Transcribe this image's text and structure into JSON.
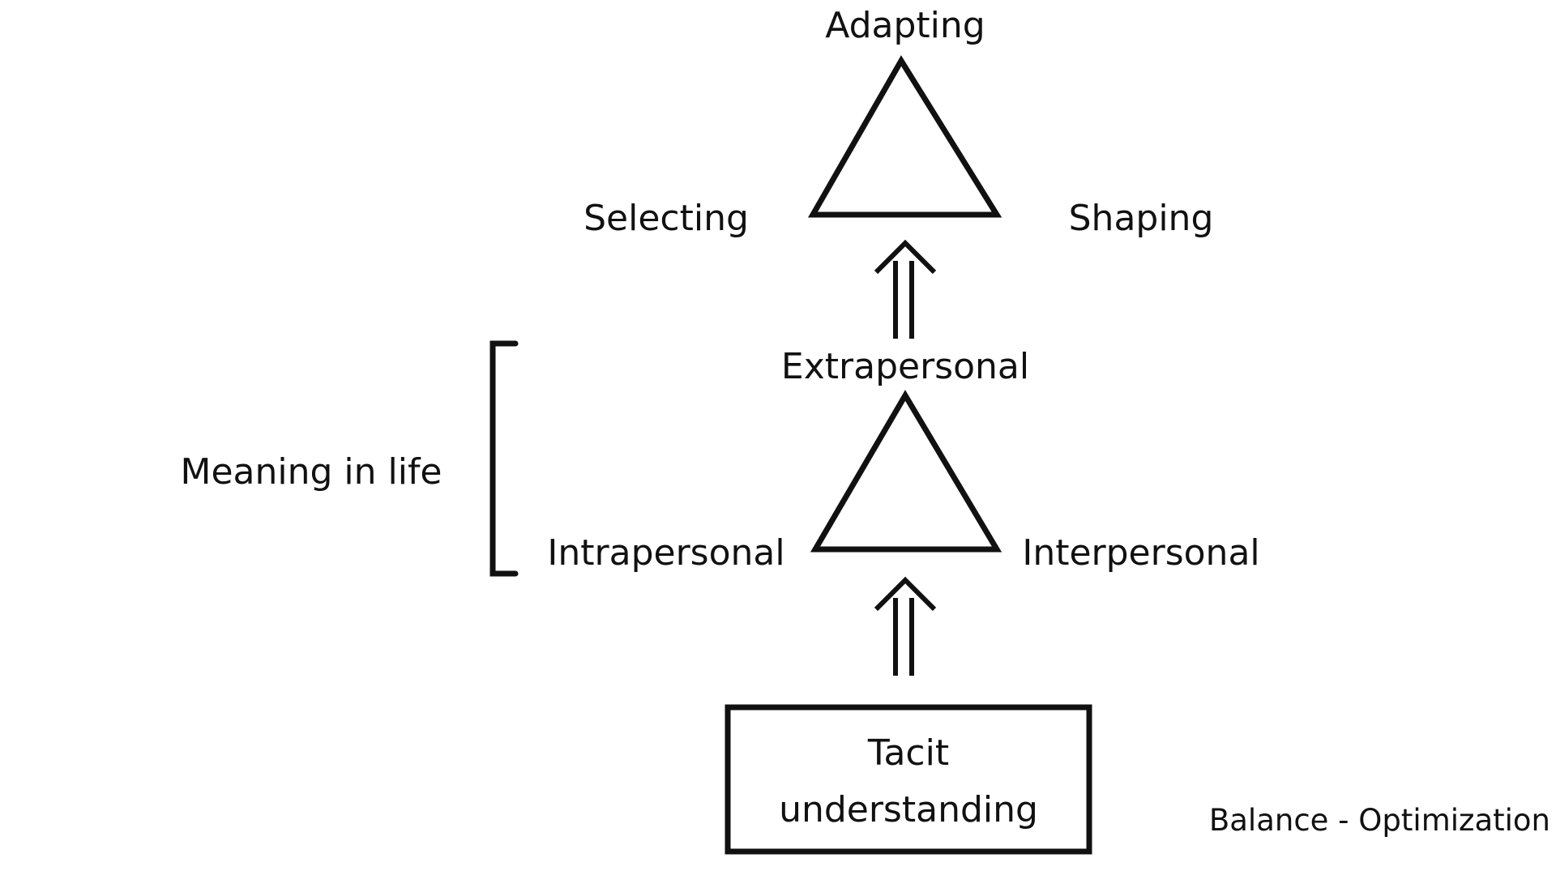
{
  "diagram": {
    "top_triangle": {
      "apex": "Adapting",
      "left": "Selecting",
      "right": "Shaping"
    },
    "middle_triangle": {
      "apex": "Extrapersonal",
      "left": "Intrapersonal",
      "right": "Interpersonal"
    },
    "bracket_label": "Meaning in life",
    "box": {
      "line1": "Tacit",
      "line2": "understanding"
    },
    "footer_note": "Balance - Optimization"
  }
}
